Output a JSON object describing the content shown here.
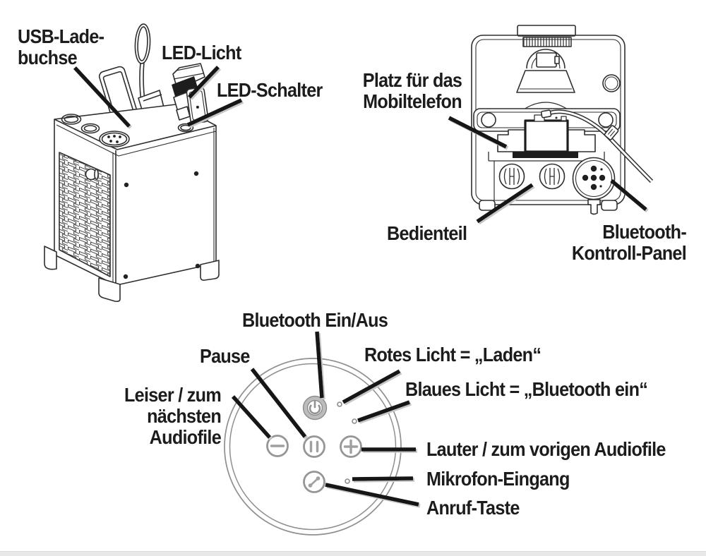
{
  "labels": {
    "usb": "USB-Lade-\nbuchse",
    "led_light": "LED-Licht",
    "led_switch": "LED-Schalter",
    "phone_slot": "Platz für das\nMobiltelefon",
    "control_unit": "Bedienteil",
    "bt_panel": "Bluetooth-\nKontroll-Panel",
    "bt_on_off": "Bluetooth Ein/Aus",
    "pause": "Pause",
    "quieter": "Leiser / zum\nnächsten Audiofile",
    "red_light": "Rotes Licht = „Laden“",
    "blue_light": "Blaues Licht = „Bluetooth ein“",
    "louder": "Lauter / zum vorigen Audiofile",
    "mic_input": "Mikrofon-Eingang",
    "call_button": "Anruf-Taste"
  },
  "icons": {
    "power": "power-symbol",
    "minus": "minus-symbol",
    "pause": "pause-bars-symbol",
    "plus": "plus-symbol",
    "call": "phone-handset-symbol"
  },
  "colors": {
    "background": "#ffffff",
    "line_art": "#2e2e2e",
    "leader_line": "#161616",
    "text": "#1c1c1c",
    "button_ring": "#8f8f8f",
    "led_dark_part": "#1d1d1d",
    "bottom_bar": "#e8e8e8"
  }
}
